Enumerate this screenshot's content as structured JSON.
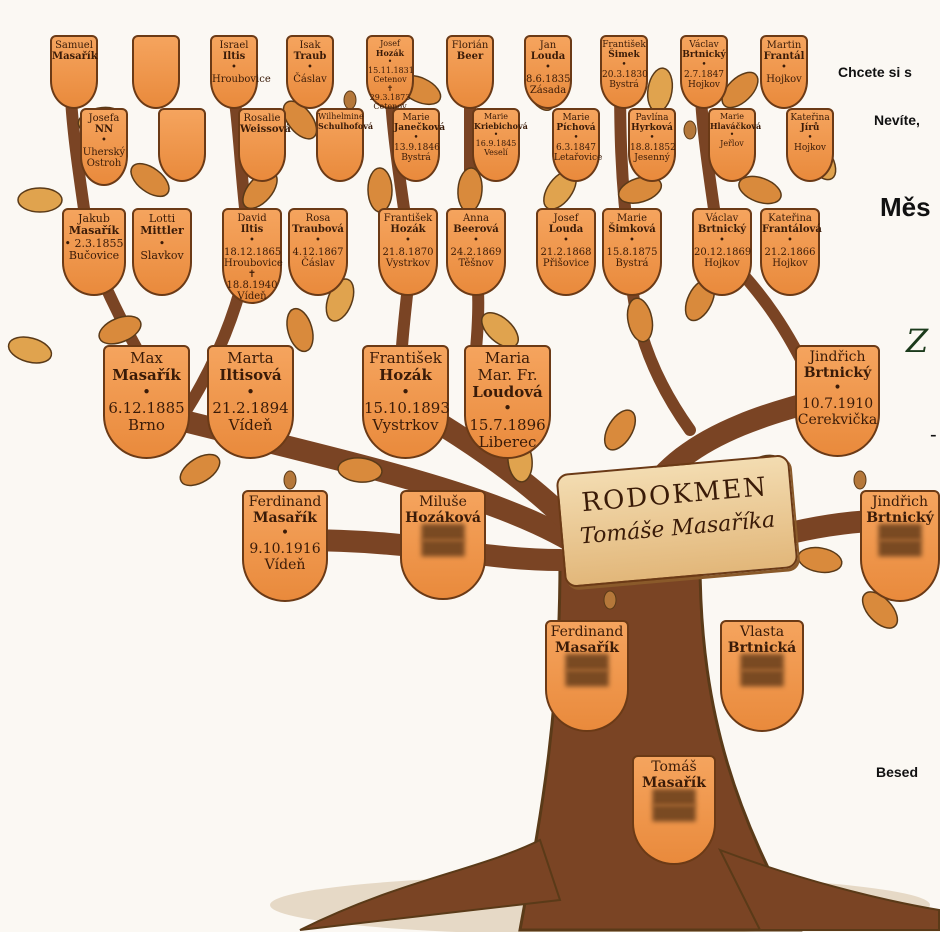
{
  "banner": {
    "line1": "RODOKMEN",
    "line2": "Tomáše Masaříka"
  },
  "side_texts": [
    "Chcete si s",
    "Nevíte,",
    "Měs",
    "Z",
    "-",
    "Besed"
  ],
  "colors": {
    "shield": "#f09a4e",
    "outline": "#6b3a16",
    "trunk": "#7a4424",
    "leaf": "#d98a3c",
    "leaf_dark": "#5a3a18"
  },
  "persons": [
    {
      "id": "samuel-masarik",
      "lines": [
        "Samuel",
        "Masařík"
      ],
      "blurred": []
    },
    {
      "id": "blank-1",
      "lines": [],
      "blurred": []
    },
    {
      "id": "israel-iltis",
      "lines": [
        "Israel",
        "Iltis",
        "•",
        "Hroubovice"
      ],
      "blurred": []
    },
    {
      "id": "isak-traub",
      "lines": [
        "Isak",
        "Traub",
        "•",
        "Čáslav"
      ],
      "blurred": []
    },
    {
      "id": "josef-hozak-1",
      "lines": [
        "Josef",
        "Hozák",
        "• 15.11.1831",
        "Cetenov",
        "✝ 29.3.1873",
        "Cetenov"
      ],
      "blurred": []
    },
    {
      "id": "florian-beer",
      "lines": [
        "Florián",
        "Beer"
      ],
      "blurred": []
    },
    {
      "id": "jan-louda",
      "lines": [
        "Jan",
        "Louda",
        "• 8.6.1835",
        "Zásada"
      ],
      "blurred": []
    },
    {
      "id": "frantisek-simek",
      "lines": [
        "František",
        "Šimek",
        "• 20.3.1830",
        "Bystrá"
      ],
      "blurred": []
    },
    {
      "id": "vaclav-brtnicky-1",
      "lines": [
        "Václav",
        "Brtnický",
        "• 2.7.1847",
        "Hojkov"
      ],
      "blurred": []
    },
    {
      "id": "martin-frantal",
      "lines": [
        "Martin",
        "Frantál",
        "•",
        "Hojkov"
      ],
      "blurred": []
    },
    {
      "id": "josefa-nn",
      "lines": [
        "Josefa",
        "NN",
        "•",
        "Uherský",
        "Ostroh"
      ],
      "blurred": []
    },
    {
      "id": "blank-2",
      "lines": [],
      "blurred": []
    },
    {
      "id": "rosalie-weissova",
      "lines": [
        "Rosalie",
        "Weissová"
      ],
      "blurred": []
    },
    {
      "id": "wilhelmine-schulhofova",
      "lines": [
        "Wilhelmine",
        "Schulhofová"
      ],
      "blurred": []
    },
    {
      "id": "marie-janeckova",
      "lines": [
        "Marie",
        "Janečková",
        "• 13.9.1846",
        "Bystrá"
      ],
      "blurred": []
    },
    {
      "id": "marie-kriebichova",
      "lines": [
        "Marie",
        "Kriebichová",
        "• 16.9.1845",
        "Veselí"
      ],
      "blurred": []
    },
    {
      "id": "marie-pichova",
      "lines": [
        "Marie",
        "Píchová",
        "• 6.3.1847",
        "Letařovice"
      ],
      "blurred": []
    },
    {
      "id": "pavlina-hyrkova",
      "lines": [
        "Pavlína",
        "Hyrková",
        "• 18.8.1852",
        "Jesenný"
      ],
      "blurred": []
    },
    {
      "id": "marie-hlavackova",
      "lines": [
        "Marie",
        "Hlaváčková",
        "•",
        "Jeřlov"
      ],
      "blurred": []
    },
    {
      "id": "katerina-jiru",
      "lines": [
        "Kateřina",
        "Jírů",
        "•",
        "Hojkov"
      ],
      "blurred": []
    },
    {
      "id": "jakub-masarik",
      "lines": [
        "Jakub",
        "Masařík",
        "• 2.3.1855",
        "Bučovice"
      ],
      "blurred": []
    },
    {
      "id": "lotti-mittler",
      "lines": [
        "Lotti",
        "Mittler",
        "•",
        "Slavkov"
      ],
      "blurred": []
    },
    {
      "id": "david-iltis",
      "lines": [
        "David",
        "Iltis",
        "• 18.12.1865",
        "Hroubovice",
        "✝ 18.8.1940",
        "Vídeň"
      ],
      "blurred": []
    },
    {
      "id": "rosa-traubova",
      "lines": [
        "Rosa",
        "Traubová",
        "• 4.12.1867",
        "Čáslav"
      ],
      "blurred": []
    },
    {
      "id": "frantisek-hozak-1",
      "lines": [
        "František",
        "Hozák",
        "• 21.8.1870",
        "Vystrkov"
      ],
      "blurred": []
    },
    {
      "id": "anna-beerova",
      "lines": [
        "Anna",
        "Beerová",
        "• 24.2.1869",
        "Těšnov"
      ],
      "blurred": []
    },
    {
      "id": "josef-louda",
      "lines": [
        "Josef",
        "Louda",
        "• 21.2.1868",
        "Přišovice"
      ],
      "blurred": []
    },
    {
      "id": "marie-simkova",
      "lines": [
        "Marie",
        "Šimková",
        "• 15.8.1875",
        "Bystrá"
      ],
      "blurred": []
    },
    {
      "id": "vaclav-brtnicky-2",
      "lines": [
        "Václav",
        "Brtnický",
        "• 20.12.1869",
        "Hojkov"
      ],
      "blurred": []
    },
    {
      "id": "katerina-frantalova",
      "lines": [
        "Kateřina",
        "Frantálová",
        "• 21.2.1866",
        "Hojkov"
      ],
      "blurred": []
    },
    {
      "id": "max-masarik",
      "lines": [
        "Max",
        "Masařík",
        "• 6.12.1885",
        "Brno"
      ],
      "blurred": []
    },
    {
      "id": "marta-iltisova",
      "lines": [
        "Marta",
        "Iltisová",
        "• 21.2.1894",
        "Vídeň"
      ],
      "blurred": []
    },
    {
      "id": "frantisek-hozak-2",
      "lines": [
        "František",
        "Hozák",
        "• 15.10.1893",
        "Vystrkov"
      ],
      "blurred": []
    },
    {
      "id": "maria-loudova",
      "lines": [
        "Maria Mar. Fr.",
        "Loudová",
        "• 15.7.1896",
        "Liberec"
      ],
      "blurred": []
    },
    {
      "id": "jindrich-brtnicky-1",
      "lines": [
        "Jindřich",
        "Brtnický",
        "• 10.7.1910",
        "Cerekvička"
      ],
      "blurred": []
    },
    {
      "id": "ferdinand-masarik-1",
      "lines": [
        "Ferdinand",
        "Masařík",
        "• 9.10.1916",
        "Vídeň"
      ],
      "blurred": []
    },
    {
      "id": "miluse-hozakova",
      "lines": [
        "Miluše",
        "Hozáková"
      ],
      "blurred": [
        2,
        3
      ]
    },
    {
      "id": "jindrich-brtnicky-2",
      "lines": [
        "Jindřich",
        "Brtnický"
      ],
      "blurred": [
        2,
        3
      ]
    },
    {
      "id": "ferdinand-masarik-2",
      "lines": [
        "Ferdinand",
        "Masařík"
      ],
      "blurred": [
        2,
        3
      ]
    },
    {
      "id": "vlasta-brtnicka",
      "lines": [
        "Vlasta",
        "Brtnická"
      ],
      "blurred": [
        2,
        3
      ]
    },
    {
      "id": "tomas-masarik",
      "lines": [
        "Tomáš",
        "Masařík"
      ],
      "blurred": [
        2,
        3
      ]
    }
  ]
}
